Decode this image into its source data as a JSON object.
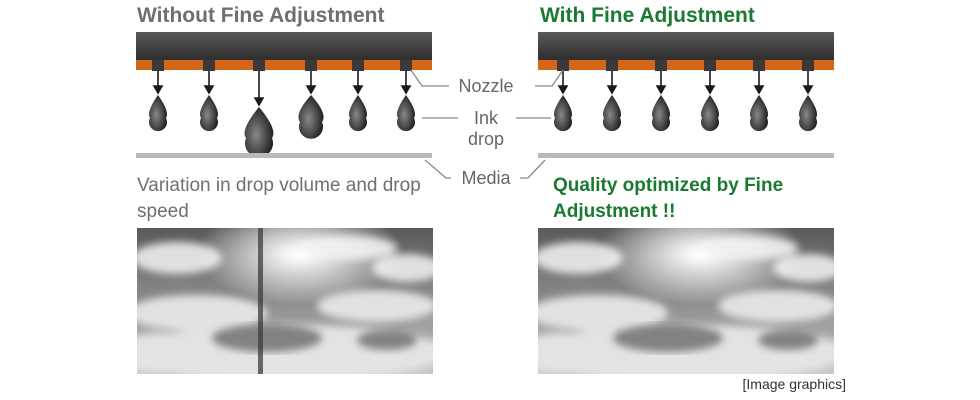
{
  "colors": {
    "accent": "#1a7a32",
    "muted": "#6f6f6f",
    "nozzle_plate": "#d4661a",
    "head": "#3a3a3a",
    "media": "#b9b9b9"
  },
  "left": {
    "title": "Without Fine Adjustment",
    "subtitle": "Variation in drop volume and drop speed"
  },
  "right": {
    "title": "With Fine Adjustment",
    "subtitle": "Quality optimized by Fine Adjustment !!"
  },
  "labels": {
    "nozzle": "Nozzle",
    "ink_line1": "Ink",
    "ink_line2": "drop",
    "media": "Media"
  },
  "caption": "[Image graphics]",
  "icons": {
    "left_photo": "sky-photo-with-streak",
    "right_photo": "sky-photo-clean"
  }
}
